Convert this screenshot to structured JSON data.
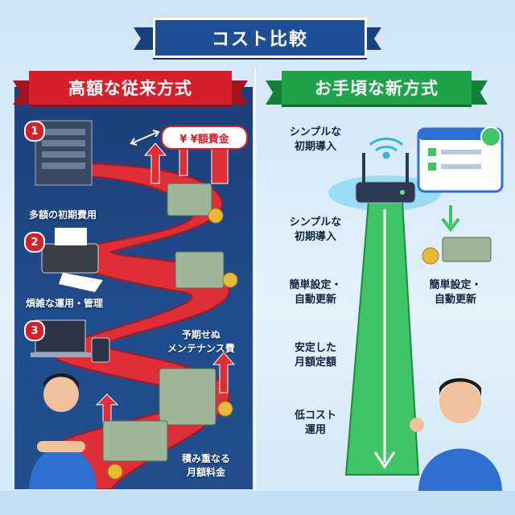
{
  "title": "コスト比較",
  "left": {
    "header": "高額な従来方式",
    "cost_tag": "¥ ¥額費金",
    "steps": [
      {
        "number": "1",
        "label": "多額の初期費用"
      },
      {
        "number": "2",
        "label": "煩雑な運用・管理"
      },
      {
        "number": "3",
        "label": "予期せぬ\nメンテナンス費"
      }
    ],
    "footer_label": "積み重なる\n月額料金"
  },
  "right": {
    "header": "お手頃な新方式",
    "points": [
      "シンプルな\n初期導入",
      "シンプルな\n初期導入",
      "簡単設定・\n自動更新",
      "安定した\n月額定額",
      "低コスト\n運用"
    ],
    "side_label": "簡単設定・\n自動更新"
  },
  "colors": {
    "red": "#d8202c",
    "green": "#21a34b",
    "navy": "#1f4e96"
  }
}
